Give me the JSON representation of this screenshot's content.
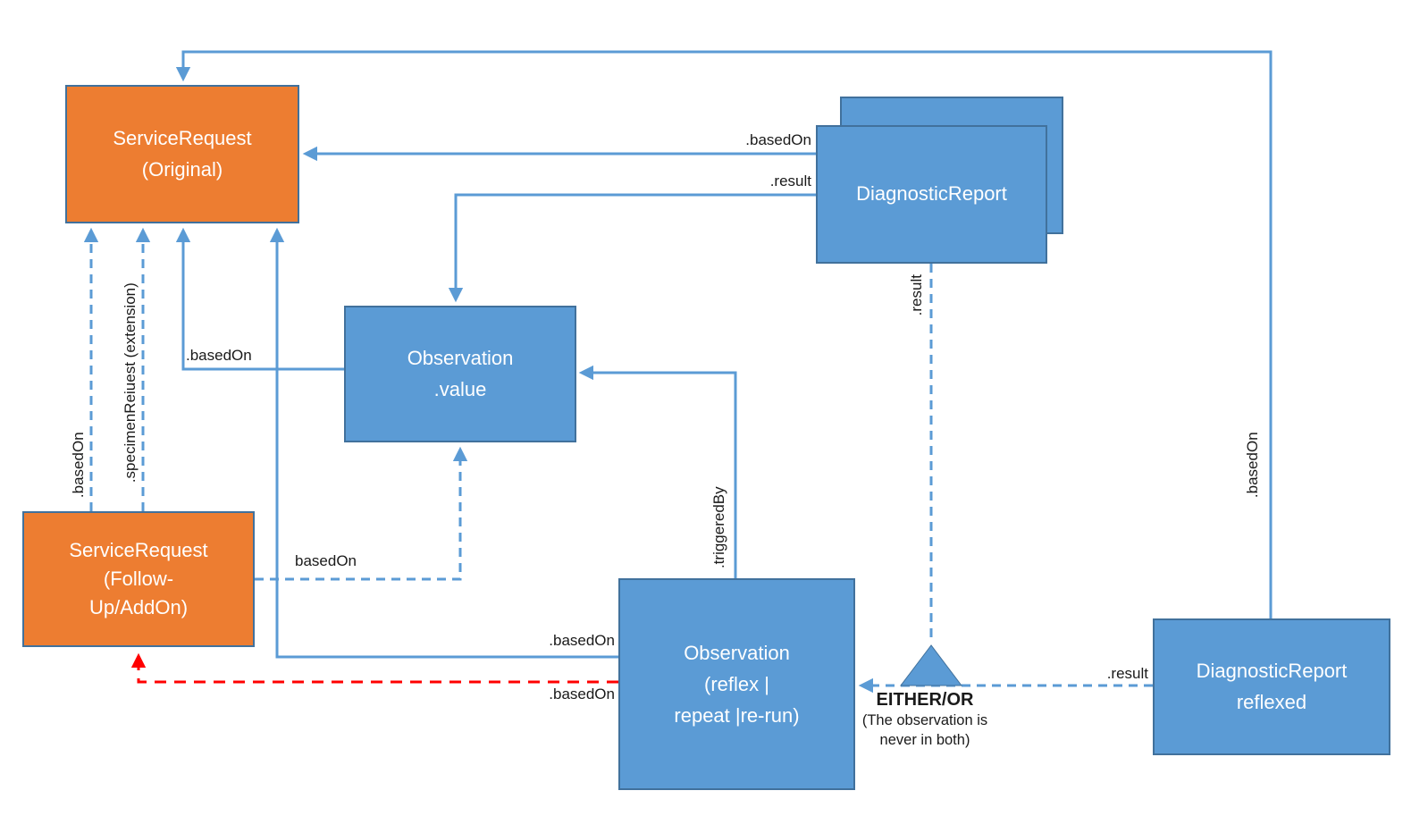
{
  "colors": {
    "orange": "#ED7D31",
    "blue": "#5B9BD5",
    "border": "#41719C",
    "line": "#5B9BD5",
    "red": "#FF0000",
    "label": "#1a1a1a"
  },
  "nodes": {
    "sr_original": "ServiceRequest\n(Original)",
    "sr_followup": "ServiceRequest\n(Follow-\nUp/AddOn)",
    "obs_value": "Observation\n.value",
    "dr_front": "DiagnosticReport",
    "obs_reflex": "Observation\n(reflex |\nrepeat |re-run)",
    "dr_reflexed": "DiagnosticReport\nreflexed"
  },
  "edge_labels": {
    "top_loop": ".basedOn",
    "dr_to_sr": ".basedOn",
    "dr_to_obsvalue": ".result",
    "dr_to_either": ".result",
    "drreflex_to_obs": ".result",
    "triggered_by": ".triggeredBy",
    "obsreflex_to_sr": ".basedOn",
    "red_basedon": ".basedOn",
    "fu_basedon": ".basedOn",
    "fu_specimen": ".specimenReiuest (extension)",
    "obsvalue_to_sr": ".basedOn",
    "fu_to_obsvalue": "basedOn"
  },
  "either_or": {
    "title": "EITHER/OR",
    "note": "(The observation is\nnever in both)"
  }
}
